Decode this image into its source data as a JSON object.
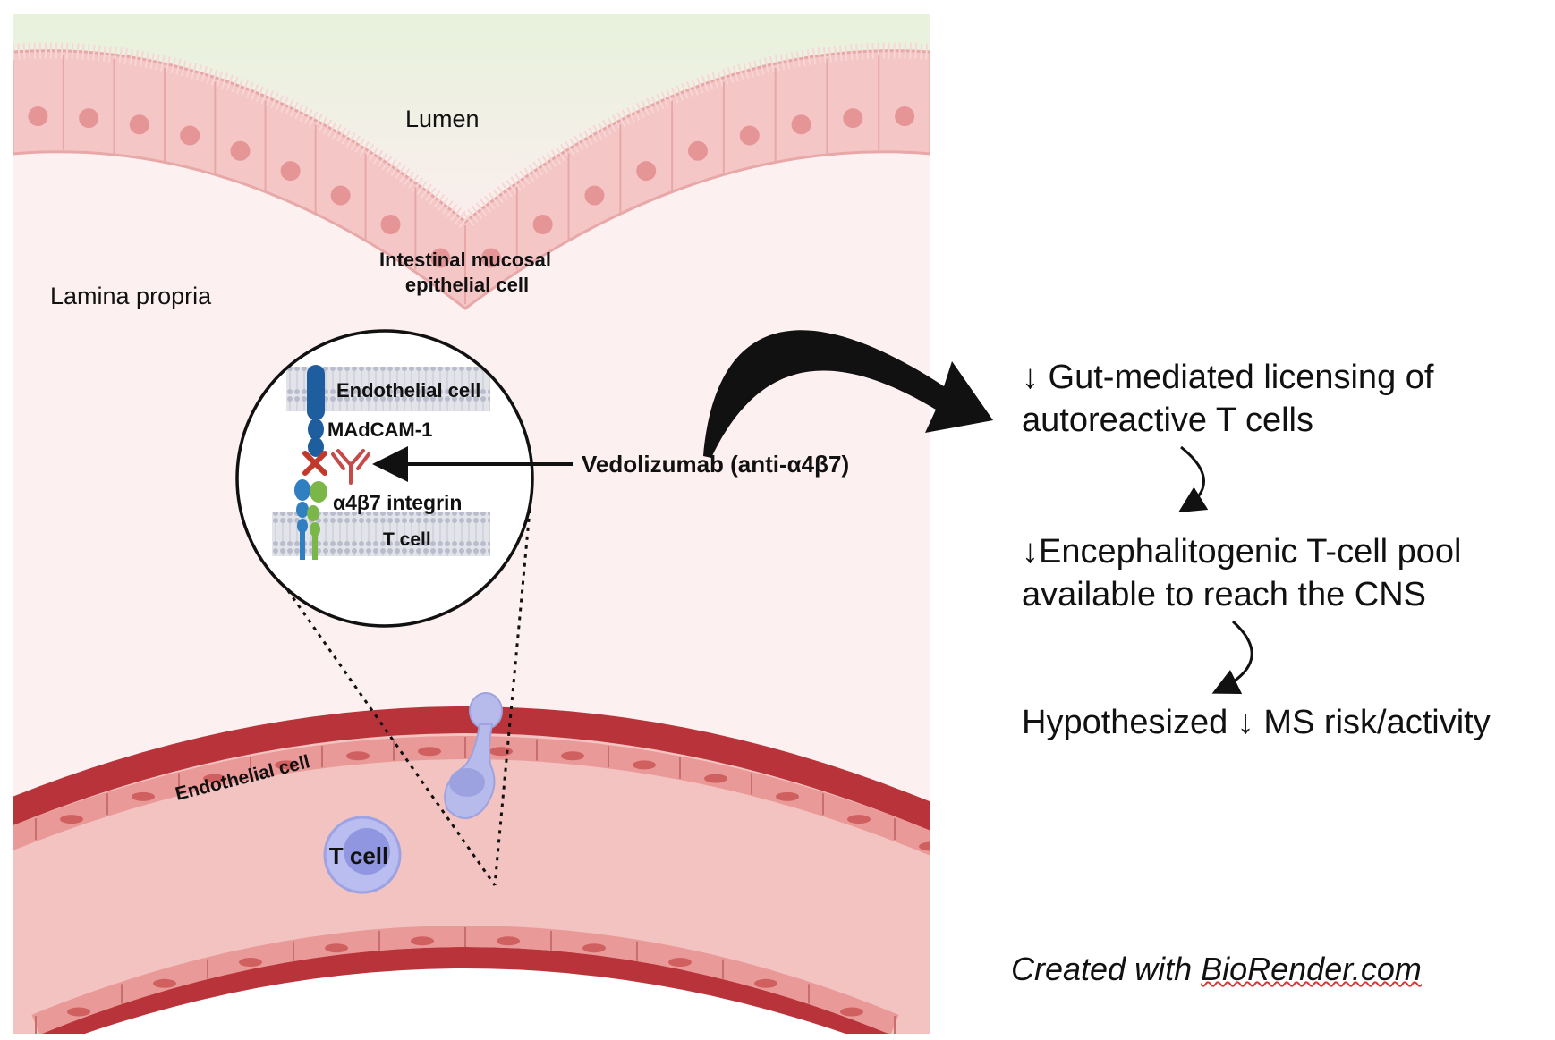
{
  "labels": {
    "lumen": "Lumen",
    "lamina_propria": "Lamina propria",
    "epithelial_line1": "Intestinal mucosal",
    "epithelial_line2": "epithelial cell",
    "inset_endothelial": "Endothelial cell",
    "madcam": "MAdCAM-1",
    "integrin": "α4β7 integrin",
    "inset_tcell": "T cell",
    "vedolizumab": "Vedolizumab (anti-α4β7)",
    "vessel_endothelial": "Endothelial cell",
    "vessel_tcell": "T cell"
  },
  "flow": {
    "step1_line1": "↓ Gut-mediated licensing of",
    "step1_line2": "autoreactive T cells",
    "step2_line1": "↓Encephalitogenic T-cell pool",
    "step2_line2": "available to reach the CNS",
    "step3": "Hypothesized ↓ MS risk/activity"
  },
  "credit": {
    "prefix": "Created with ",
    "link": "BioRender.com"
  },
  "colors": {
    "lumen": "#eaf3df",
    "tissue": "#fdf0f0",
    "epithelium": "#f4c2c2",
    "nucleus": "#e59595",
    "vessel_wall": "#c0383c",
    "vessel_lumen": "#f3c2c0",
    "tcell": "#b3b8ea",
    "madcam": "#1f5e9e",
    "integrin_alpha": "#2f7fc1",
    "integrin_beta": "#7ab648",
    "antibody": "#c74a4a"
  }
}
